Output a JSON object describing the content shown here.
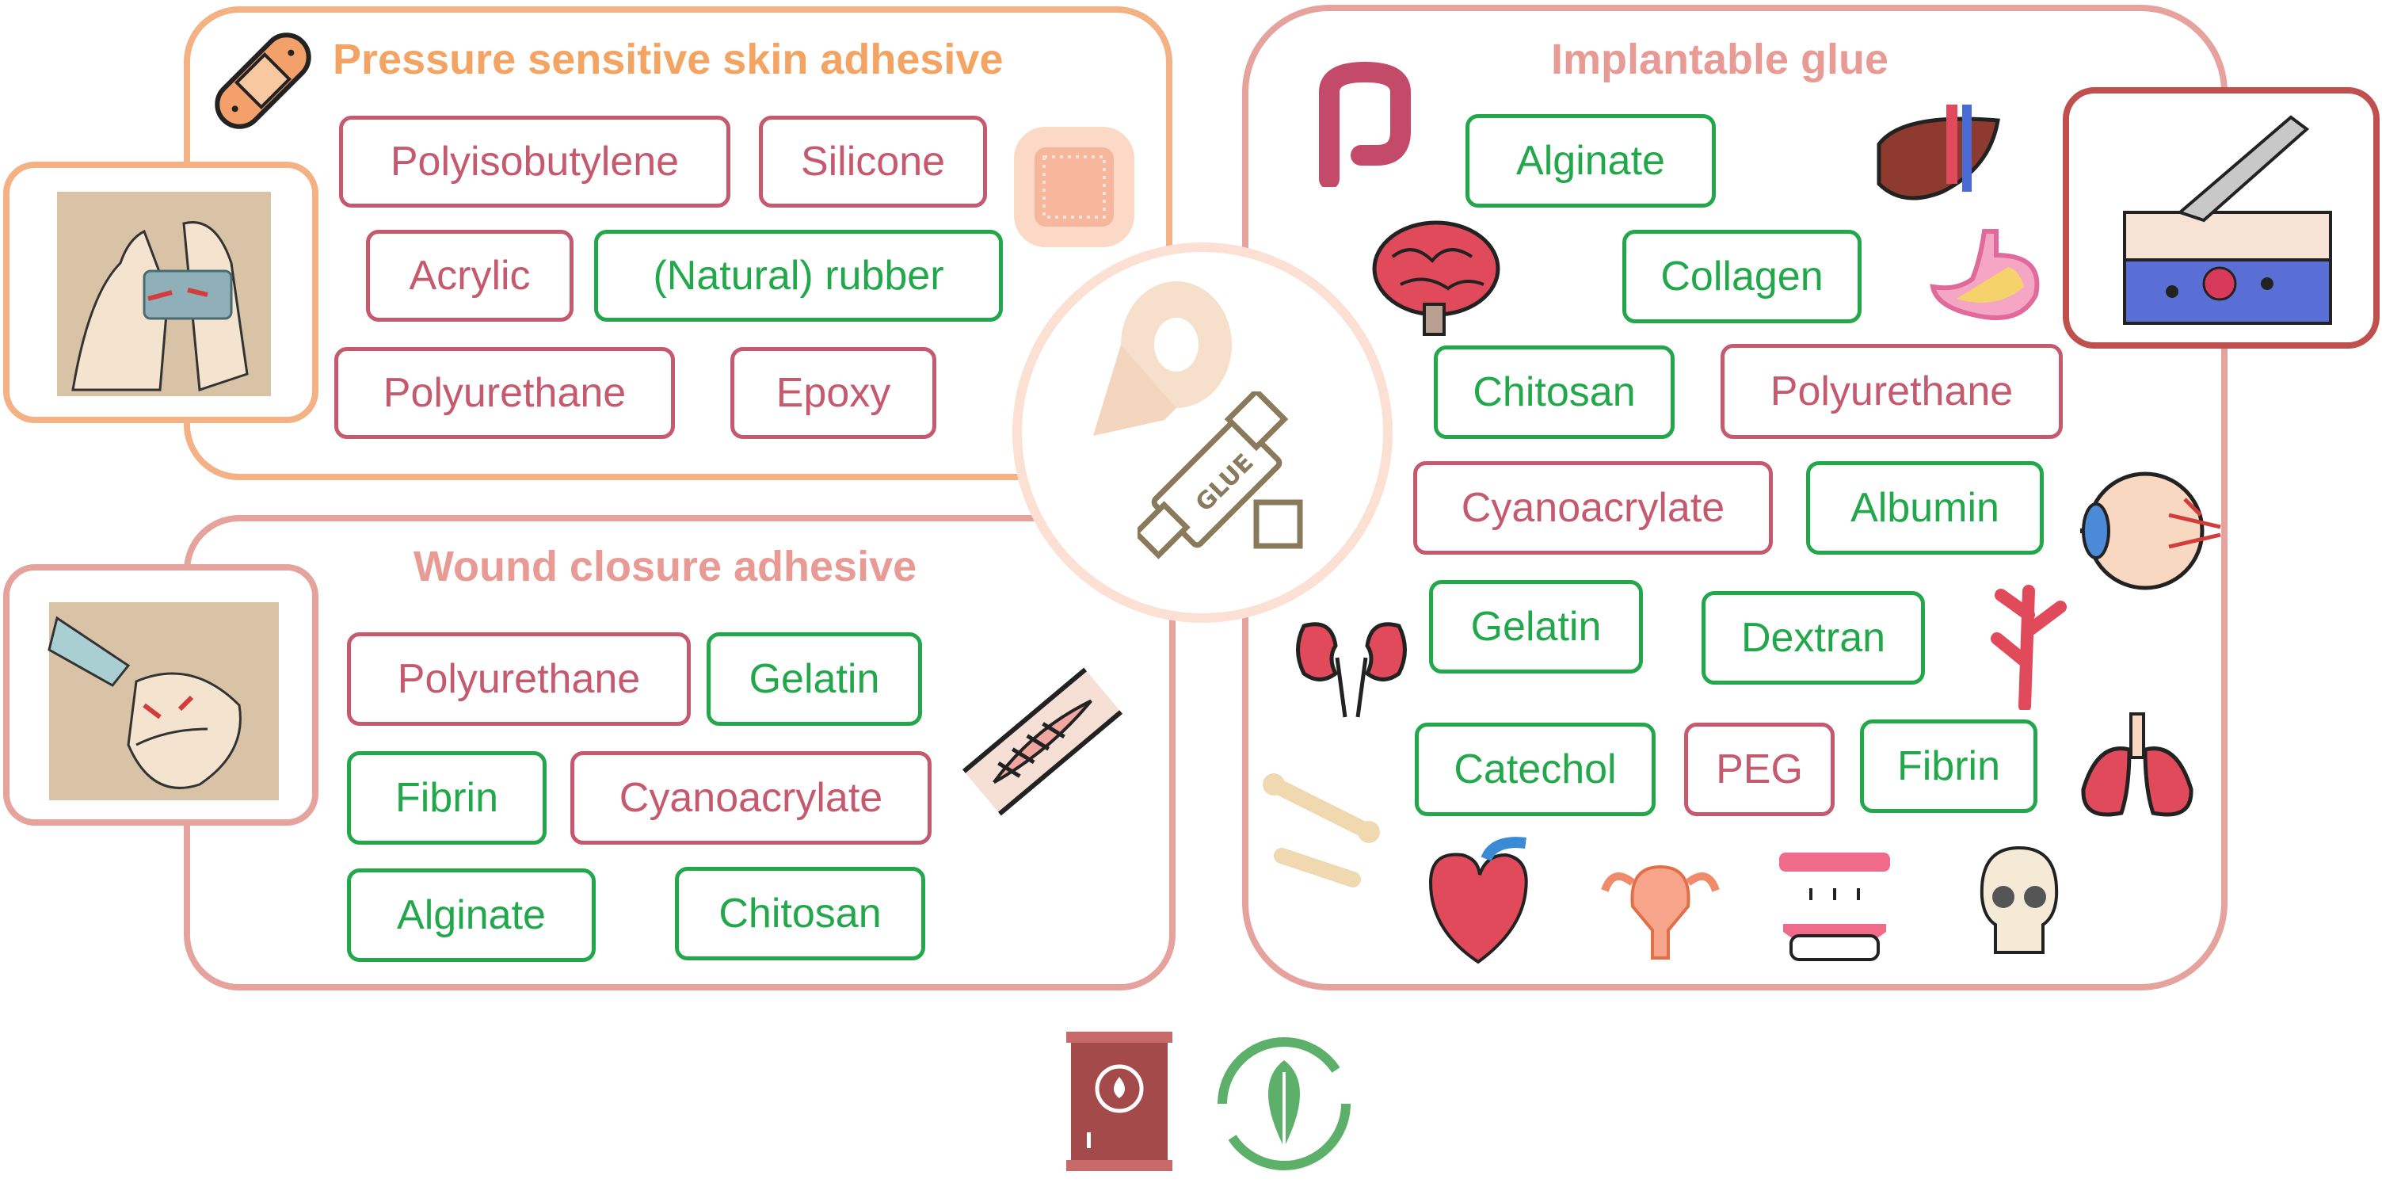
{
  "colors": {
    "synthetic": "#c55a6e",
    "natural": "#22a84a",
    "orange_border": "#f4b183",
    "pink_border": "#e6a39e",
    "red_border": "#c0504d"
  },
  "panels": {
    "pressure": {
      "title": "Pressure sensitive skin adhesive",
      "tags": [
        {
          "label": "Polyisobutylene",
          "kind": "synthetic"
        },
        {
          "label": "Silicone",
          "kind": "synthetic"
        },
        {
          "label": "Acrylic",
          "kind": "synthetic"
        },
        {
          "label": "(Natural) rubber",
          "kind": "natural"
        },
        {
          "label": "Polyurethane",
          "kind": "synthetic"
        },
        {
          "label": "Epoxy",
          "kind": "synthetic"
        }
      ]
    },
    "wound": {
      "title": "Wound closure adhesive",
      "tags": [
        {
          "label": "Polyurethane",
          "kind": "synthetic"
        },
        {
          "label": "Gelatin",
          "kind": "natural"
        },
        {
          "label": "Fibrin",
          "kind": "natural"
        },
        {
          "label": "Cyanoacrylate",
          "kind": "synthetic"
        },
        {
          "label": "Alginate",
          "kind": "natural"
        },
        {
          "label": "Chitosan",
          "kind": "natural"
        }
      ]
    },
    "implant": {
      "title": "Implantable glue",
      "tags": [
        {
          "label": "Alginate",
          "kind": "natural"
        },
        {
          "label": "Collagen",
          "kind": "natural"
        },
        {
          "label": "Chitosan",
          "kind": "natural"
        },
        {
          "label": "Polyurethane",
          "kind": "synthetic"
        },
        {
          "label": "Cyanoacrylate",
          "kind": "synthetic"
        },
        {
          "label": "Albumin",
          "kind": "natural"
        },
        {
          "label": "Gelatin",
          "kind": "natural"
        },
        {
          "label": "Dextran",
          "kind": "natural"
        },
        {
          "label": "Catechol",
          "kind": "natural"
        },
        {
          "label": "PEG",
          "kind": "synthetic"
        },
        {
          "label": "Fibrin",
          "kind": "natural"
        }
      ]
    }
  },
  "center": {
    "glue_text": "GLUE"
  },
  "icons": [
    "bandage-icon",
    "skin-patch-icon",
    "tape-roll-icon",
    "glue-tube-icon",
    "stitched-wound-icon",
    "intestine-icon",
    "brain-icon",
    "liver-icon",
    "stomach-icon",
    "eye-icon",
    "blood-vessel-icon",
    "kidneys-icon",
    "lungs-icon",
    "bone-icon",
    "heart-icon",
    "uterus-icon",
    "dentures-icon",
    "skull-icon",
    "scalpel-tissue-icon",
    "oil-barrel-icon",
    "recycle-leaf-icon"
  ]
}
